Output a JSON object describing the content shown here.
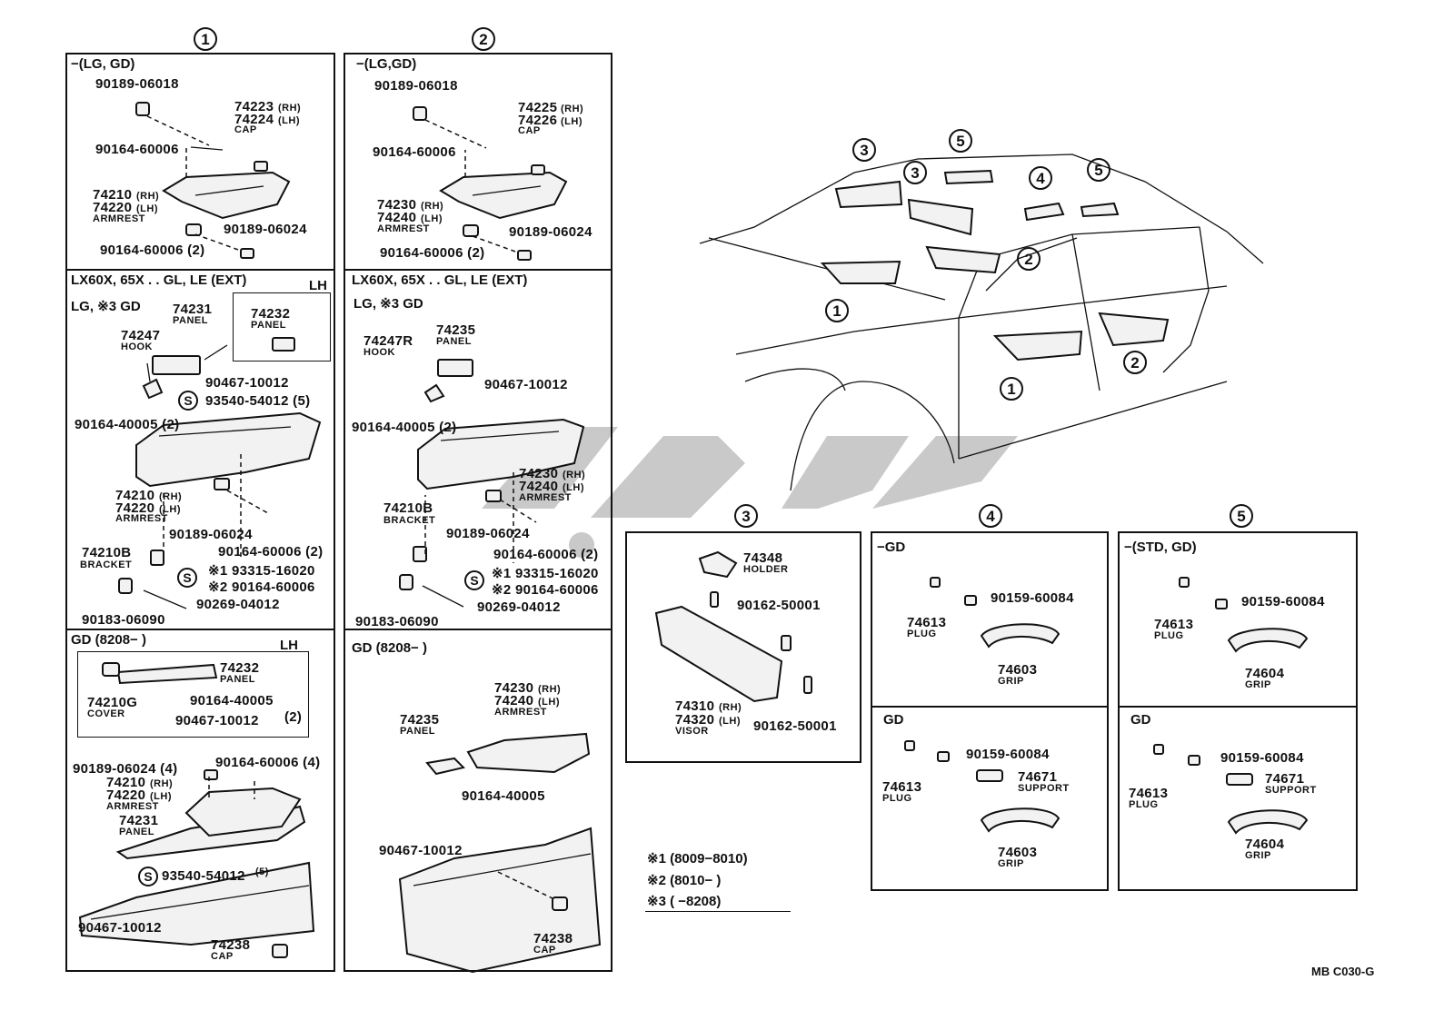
{
  "columns": {
    "c1": "1",
    "c2": "2",
    "c3": "3",
    "c4": "4",
    "c5": "5"
  },
  "panel1": {
    "top": {
      "header": "−(LG, GD)",
      "p1": "90189-06018",
      "p2": "74223",
      "p2s": "(RH)",
      "p3": "74224",
      "p3s": "(LH)",
      "p3n": "CAP",
      "p4": "90164-60006",
      "p5": "74210",
      "p5s": "(RH)",
      "p6": "74220",
      "p6s": "(LH)",
      "p6n": "ARMREST",
      "p7": "90189-06024",
      "p8": "90164-60006 (2)"
    },
    "mid": {
      "header": "LX60X, 65X . . GL, LE (EXT)",
      "side": "LH",
      "sub": "LG, ※3 GD",
      "p1": "74231",
      "p1n": "PANEL",
      "p2": "74232",
      "p2n": "PANEL",
      "p3": "74247",
      "p3n": "HOOK",
      "p4": "90467-10012",
      "p5": "93540-54012 (5)",
      "p6": "90164-40005 (2)",
      "p7": "74210",
      "p7s": "(RH)",
      "p8": "74220",
      "p8s": "(LH)",
      "p8n": "ARMREST",
      "p9": "90189-06024",
      "p10": "90164-60006 (2)",
      "p11": "74210B",
      "p11n": "BRACKET",
      "p12": "※1  93315-16020",
      "p13": "※2  90164-60006",
      "p14": "90269-04012",
      "p15": "90183-06090",
      "s": "S"
    },
    "bot": {
      "header": "GD (8208−          )",
      "side": "LH",
      "p1": "74232",
      "p1n": "PANEL",
      "p2": "74210G",
      "p2n": "COVER",
      "p3": "90164-40005",
      "p4": "90467-10012",
      "p4q": "(2)",
      "p5": "90189-06024 (4)",
      "p6": "90164-60006 (4)",
      "p7": "74210",
      "p7s": "(RH)",
      "p8": "74220",
      "p8s": "(LH)",
      "p8n": "ARMREST",
      "p9": "74231",
      "p9n": "PANEL",
      "p10": "93540-54012",
      "p10q": "(5)",
      "p11": "90467-10012",
      "p12": "74238",
      "p12n": "CAP",
      "s": "S"
    }
  },
  "panel2": {
    "top": {
      "header": "−(LG,GD)",
      "p1": "90189-06018",
      "p2": "74225",
      "p2s": "(RH)",
      "p3": "74226",
      "p3s": "(LH)",
      "p3n": "CAP",
      "p4": "90164-60006",
      "p5": "74230",
      "p5s": "(RH)",
      "p6": "74240",
      "p6s": "(LH)",
      "p6n": "ARMREST",
      "p7": "90189-06024",
      "p8": "90164-60006 (2)"
    },
    "mid": {
      "header": "LX60X, 65X . . GL, LE (EXT)",
      "sub": "LG, ※3 GD",
      "p1": "74235",
      "p1n": "PANEL",
      "p2": "74247R",
      "p2n": "HOOK",
      "p3": "90467-10012",
      "p4": "90164-40005 (2)",
      "p5": "74230",
      "p5s": "(RH)",
      "p6": "74240",
      "p6s": "(LH)",
      "p6n": "ARMREST",
      "p7": "74210B",
      "p7n": "BRACKET",
      "p8": "90189-06024",
      "p9": "90164-60006 (2)",
      "p10": "※1  93315-16020",
      "p11": "※2  90164-60006",
      "p12": "90269-04012",
      "p13": "90183-06090",
      "s": "S"
    },
    "bot": {
      "header": "GD (8208−        )",
      "p1": "74230",
      "p1s": "(RH)",
      "p2": "74240",
      "p2s": "(LH)",
      "p2n": "ARMREST",
      "p3": "74235",
      "p3n": "PANEL",
      "p4": "90164-40005",
      "p5": "90467-10012",
      "p6": "74238",
      "p6n": "CAP"
    }
  },
  "car": {
    "c3a": "3",
    "c3b": "3",
    "c5a": "5",
    "c5b": "5",
    "c4": "4",
    "c2a": "2",
    "c2b": "2",
    "c1a": "1",
    "c1b": "1"
  },
  "panel3": {
    "p1": "74348",
    "p1n": "HOLDER",
    "p2": "90162-50001",
    "p3": "74310",
    "p3s": "(RH)",
    "p4": "74320",
    "p4s": "(LH)",
    "p4n": "VISOR",
    "p5": "90162-50001"
  },
  "panel4": {
    "top": {
      "header": "−GD",
      "p1": "90159-60084",
      "p2": "74613",
      "p2n": "PLUG",
      "p3": "74603",
      "p3n": "GRIP"
    },
    "bot": {
      "header": "GD",
      "p1": "90159-60084",
      "p2": "74671",
      "p2n": "SUPPORT",
      "p3": "74613",
      "p3n": "PLUG",
      "p4": "74603",
      "p4n": "GRIP"
    }
  },
  "panel5": {
    "top": {
      "header": "−(STD, GD)",
      "p1": "90159-60084",
      "p2": "74613",
      "p2n": "PLUG",
      "p3": "74604",
      "p3n": "GRIP"
    },
    "bot": {
      "header": "GD",
      "p1": "90159-60084",
      "p2": "74671",
      "p2n": "SUPPORT",
      "p3": "74613",
      "p3n": "PLUG",
      "p4": "74604",
      "p4n": "GRIP"
    }
  },
  "legend": {
    "l1": "※1  (8009−8010)",
    "l2": "※2  (8010−        )",
    "l3": "※3  (         −8208)"
  },
  "footer": {
    "code": "MB C030-G"
  }
}
